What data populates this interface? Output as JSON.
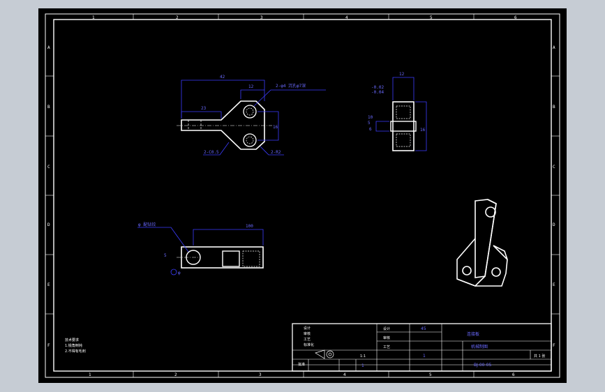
{
  "frame": {
    "col_numbers": [
      "1",
      "2",
      "3",
      "4",
      "5",
      "6"
    ],
    "row_letters": [
      "A",
      "B",
      "C",
      "D",
      "E",
      "F"
    ]
  },
  "front_view": {
    "dims": {
      "overall_width": "42",
      "ear_width": "12",
      "shaft_length": "23",
      "hole_spacing": "16",
      "hole_note": "2-φ4 沉孔φ7深",
      "chamfer_left": "2-C0.5",
      "chamfer_right": "2-R2"
    }
  },
  "side_view": {
    "dims": {
      "top": "12",
      "tol_upper": "-0.02",
      "tol_lower": "-0.04",
      "left_a": "10",
      "left_b": "5",
      "left_c": "6",
      "right": "16"
    }
  },
  "bottom_view": {
    "dims": {
      "length": "100",
      "note": "φ 配钻铰",
      "height": "5",
      "circle": "φ"
    }
  },
  "notes": {
    "title": "技术要求",
    "line1": "1.锐角倒钝",
    "line2": "2.不得有毛刺"
  },
  "title_block": {
    "part_name": "连接板",
    "material": "45",
    "drawing_no": "BJ-00-05",
    "scale": "1:1",
    "sheet": "1",
    "qty": "1",
    "row_labels": [
      "设计",
      "审核",
      "工艺",
      "标准化",
      "批准"
    ],
    "company": "机械制图",
    "sheet_note": "共 1 张"
  }
}
